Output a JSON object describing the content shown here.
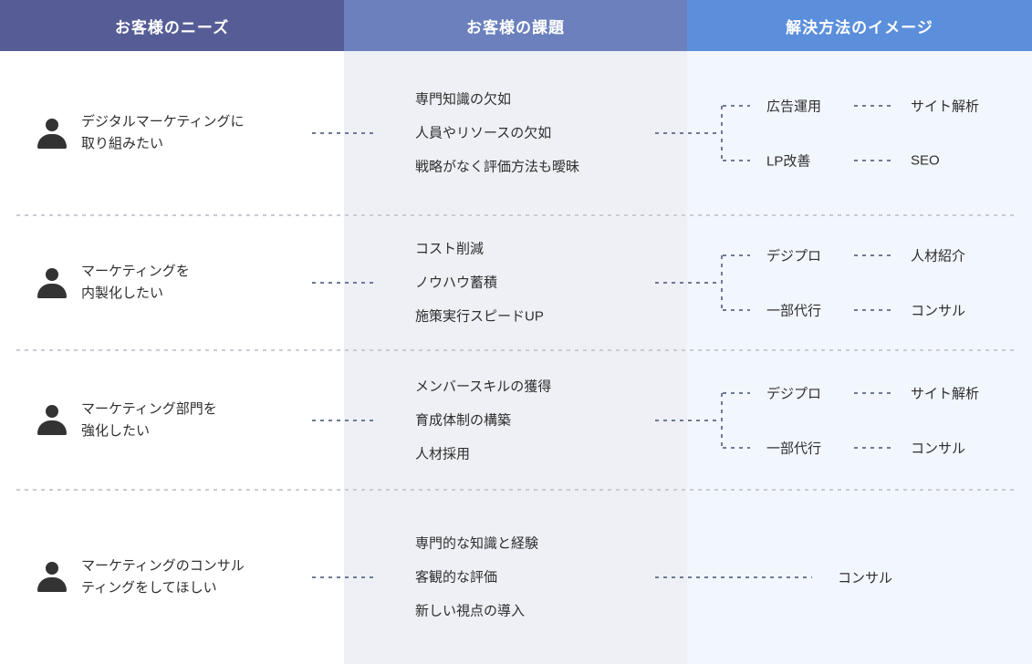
{
  "headers": [
    "お客様のニーズ",
    "お客様の課題",
    "解決方法のイメージ"
  ],
  "colors": {
    "header_needs": "#565D96",
    "header_issues": "#6B80BD",
    "header_solutions": "#5B8FDC",
    "col_issues_bg": "#EFF0F5",
    "col_solutions_bg": "#F2F6FD",
    "connector": "#6E7A95",
    "divider": "#C9CBD4",
    "text": "#2E2E2E",
    "icon": "#333333"
  },
  "rows": [
    {
      "need": [
        "デジタルマーケティングに",
        "取り組みたい"
      ],
      "issues": [
        "専門知識の欠如",
        "人員やリソースの欠如",
        "戦略がなく評価方法も曖昧"
      ],
      "solutions": [
        [
          "広告運用",
          "サイト解析"
        ],
        [
          "LP改善",
          "SEO"
        ]
      ]
    },
    {
      "need": [
        "マーケティングを",
        "内製化したい"
      ],
      "issues": [
        "コスト削減",
        "ノウハウ蓄積",
        "施策実行スピードUP"
      ],
      "solutions": [
        [
          "デジプロ",
          "人材紹介"
        ],
        [
          "一部代行",
          "コンサル"
        ]
      ]
    },
    {
      "need": [
        "マーケティング部門を",
        "強化したい"
      ],
      "issues": [
        "メンバースキルの獲得",
        "育成体制の構築",
        "人材採用"
      ],
      "solutions": [
        [
          "デジプロ",
          "サイト解析"
        ],
        [
          "一部代行",
          "コンサル"
        ]
      ]
    },
    {
      "need": [
        "マーケティングのコンサル",
        "ティングをしてほしい"
      ],
      "issues": [
        "専門的な知識と経験",
        "客観的な評価",
        "新しい視点の導入"
      ],
      "solutions": [
        [
          "コンサル"
        ]
      ]
    }
  ]
}
